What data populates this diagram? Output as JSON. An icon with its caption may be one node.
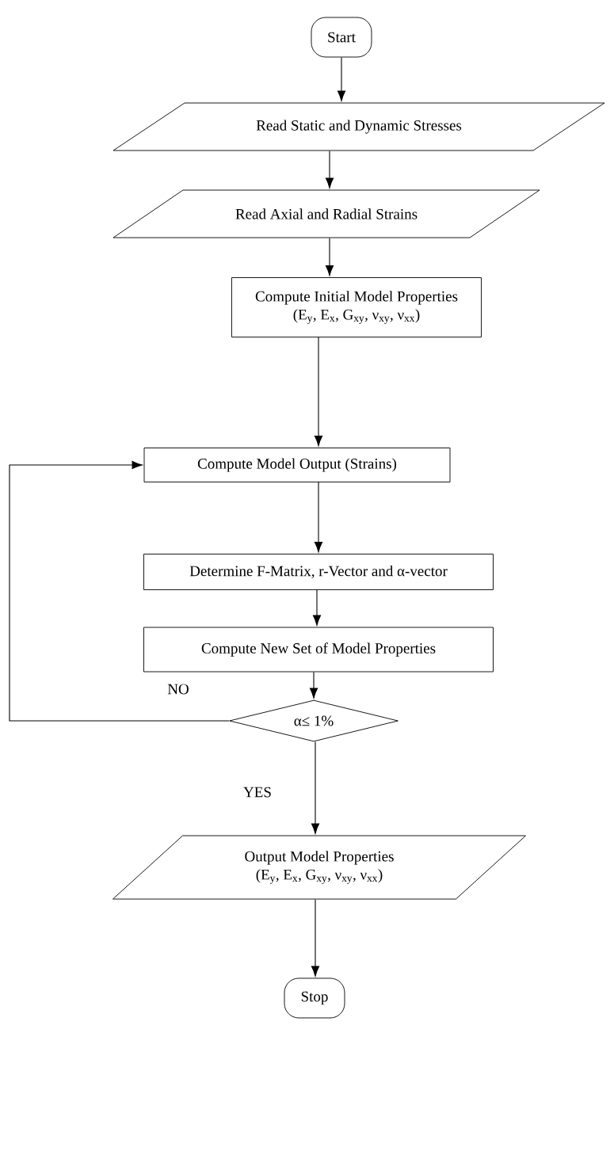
{
  "diagram": {
    "nodes": [
      {
        "text": [
          "Start"
        ]
      },
      {
        "text": [
          "Read Static and Dynamic Stresses"
        ]
      },
      {
        "text": [
          "Read Axial and Radial Strains"
        ]
      },
      {
        "text": [
          "Compute Initial Model Properties",
          "(E$_{y}$, E$_{x}$, G$_{xy}$, ν$_{xy}$, ν$_{xx}$)"
        ]
      },
      {
        "text": [
          "Compute Model Output (Strains)"
        ]
      },
      {
        "text": [
          "Determine F-Matrix, r-Vector and α-vector"
        ]
      },
      {
        "text": [
          "Compute New Set of Model Properties"
        ]
      },
      {
        "text": [
          "α≤ 1%"
        ]
      },
      {
        "text": [
          "Output Model Properties",
          "(E$_{y}$, E$_{x}$, G$_{xy}$, ν$_{xy}$, ν$_{xx}$)"
        ]
      },
      {
        "text": [
          "Stop"
        ]
      }
    ],
    "edges": [
      {
        "from": 0,
        "to": 1,
        "arrow": "to"
      },
      {
        "from": 1,
        "to": 2,
        "arrow": "to"
      },
      {
        "from": 2,
        "to": 3,
        "arrow": "to"
      },
      {
        "from": 3,
        "to": 4,
        "arrow": "to"
      },
      {
        "from": 4,
        "to": 5,
        "arrow": "to"
      },
      {
        "from": 5,
        "to": 6,
        "arrow": "to"
      },
      {
        "from": 6,
        "to": 7,
        "arrow": "to"
      },
      {
        "from": 7,
        "to": 4,
        "arrow": "to",
        "label": "NO"
      },
      {
        "from": 7,
        "to": 8,
        "arrow": "to",
        "label": "YES"
      },
      {
        "from": 8,
        "to": 9,
        "arrow": "to"
      }
    ]
  }
}
